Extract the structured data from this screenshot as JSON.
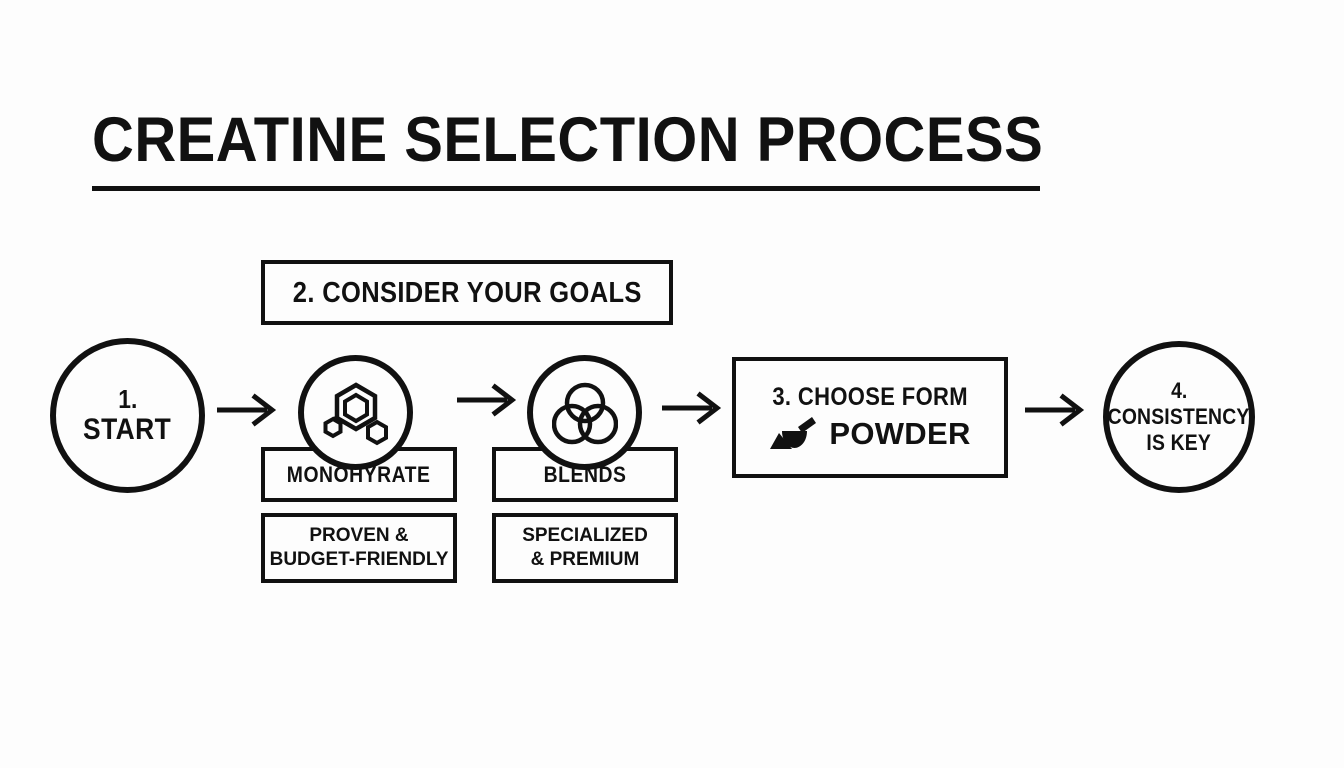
{
  "page": {
    "title": "CREATINE SELECTION PROCESS",
    "background_color": "#fdfdfd",
    "ink_color": "#111111"
  },
  "flow": {
    "start_node": {
      "number": "1.",
      "label": "START",
      "shape": "circle"
    },
    "goals_box": {
      "label": "2. CONSIDER YOUR GOALS",
      "shape": "rectangle"
    },
    "branches": [
      {
        "icon": "molecule-hexagon-icon",
        "name": "MONOHYRATE",
        "description": "PROVEN &\n BUDGET-FRIENDLY",
        "description_line1": "PROVEN &",
        "description_line2": "BUDGET-FRIENDLY"
      },
      {
        "icon": "three-overlapping-circles-icon",
        "name": "BLENDS",
        "description_line1": "SPECIALIZED",
        "description_line2": "& PREMIUM"
      }
    ],
    "form_box": {
      "title": "3. CHOOSE FORM",
      "icon": "powder-scoop-icon",
      "value": "POWDER"
    },
    "end_node": {
      "number": "4.",
      "label_line1": "CONSISTENCY",
      "label_line2": "IS KEY",
      "shape": "circle"
    },
    "arrows": [
      {
        "name": "arrow-start-to-monohydrate"
      },
      {
        "name": "arrow-monohydrate-to-blends"
      },
      {
        "name": "arrow-blends-to-form"
      },
      {
        "name": "arrow-form-to-consistency"
      }
    ]
  }
}
